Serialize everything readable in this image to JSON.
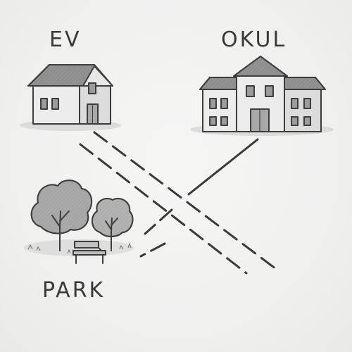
{
  "places": {
    "home": {
      "label": "EV"
    },
    "school": {
      "label": "OKUL"
    },
    "park": {
      "label": "PARK"
    }
  },
  "colors": {
    "pencil": "#3d3d3d",
    "shade_dark": "#8c8c8c",
    "shade_mid": "#b5b5b5",
    "shade_light": "#d9d9d9",
    "paper": "#f1f1f0"
  },
  "icons": [
    "house-icon",
    "school-building-icon",
    "tree-icon",
    "bench-icon"
  ]
}
